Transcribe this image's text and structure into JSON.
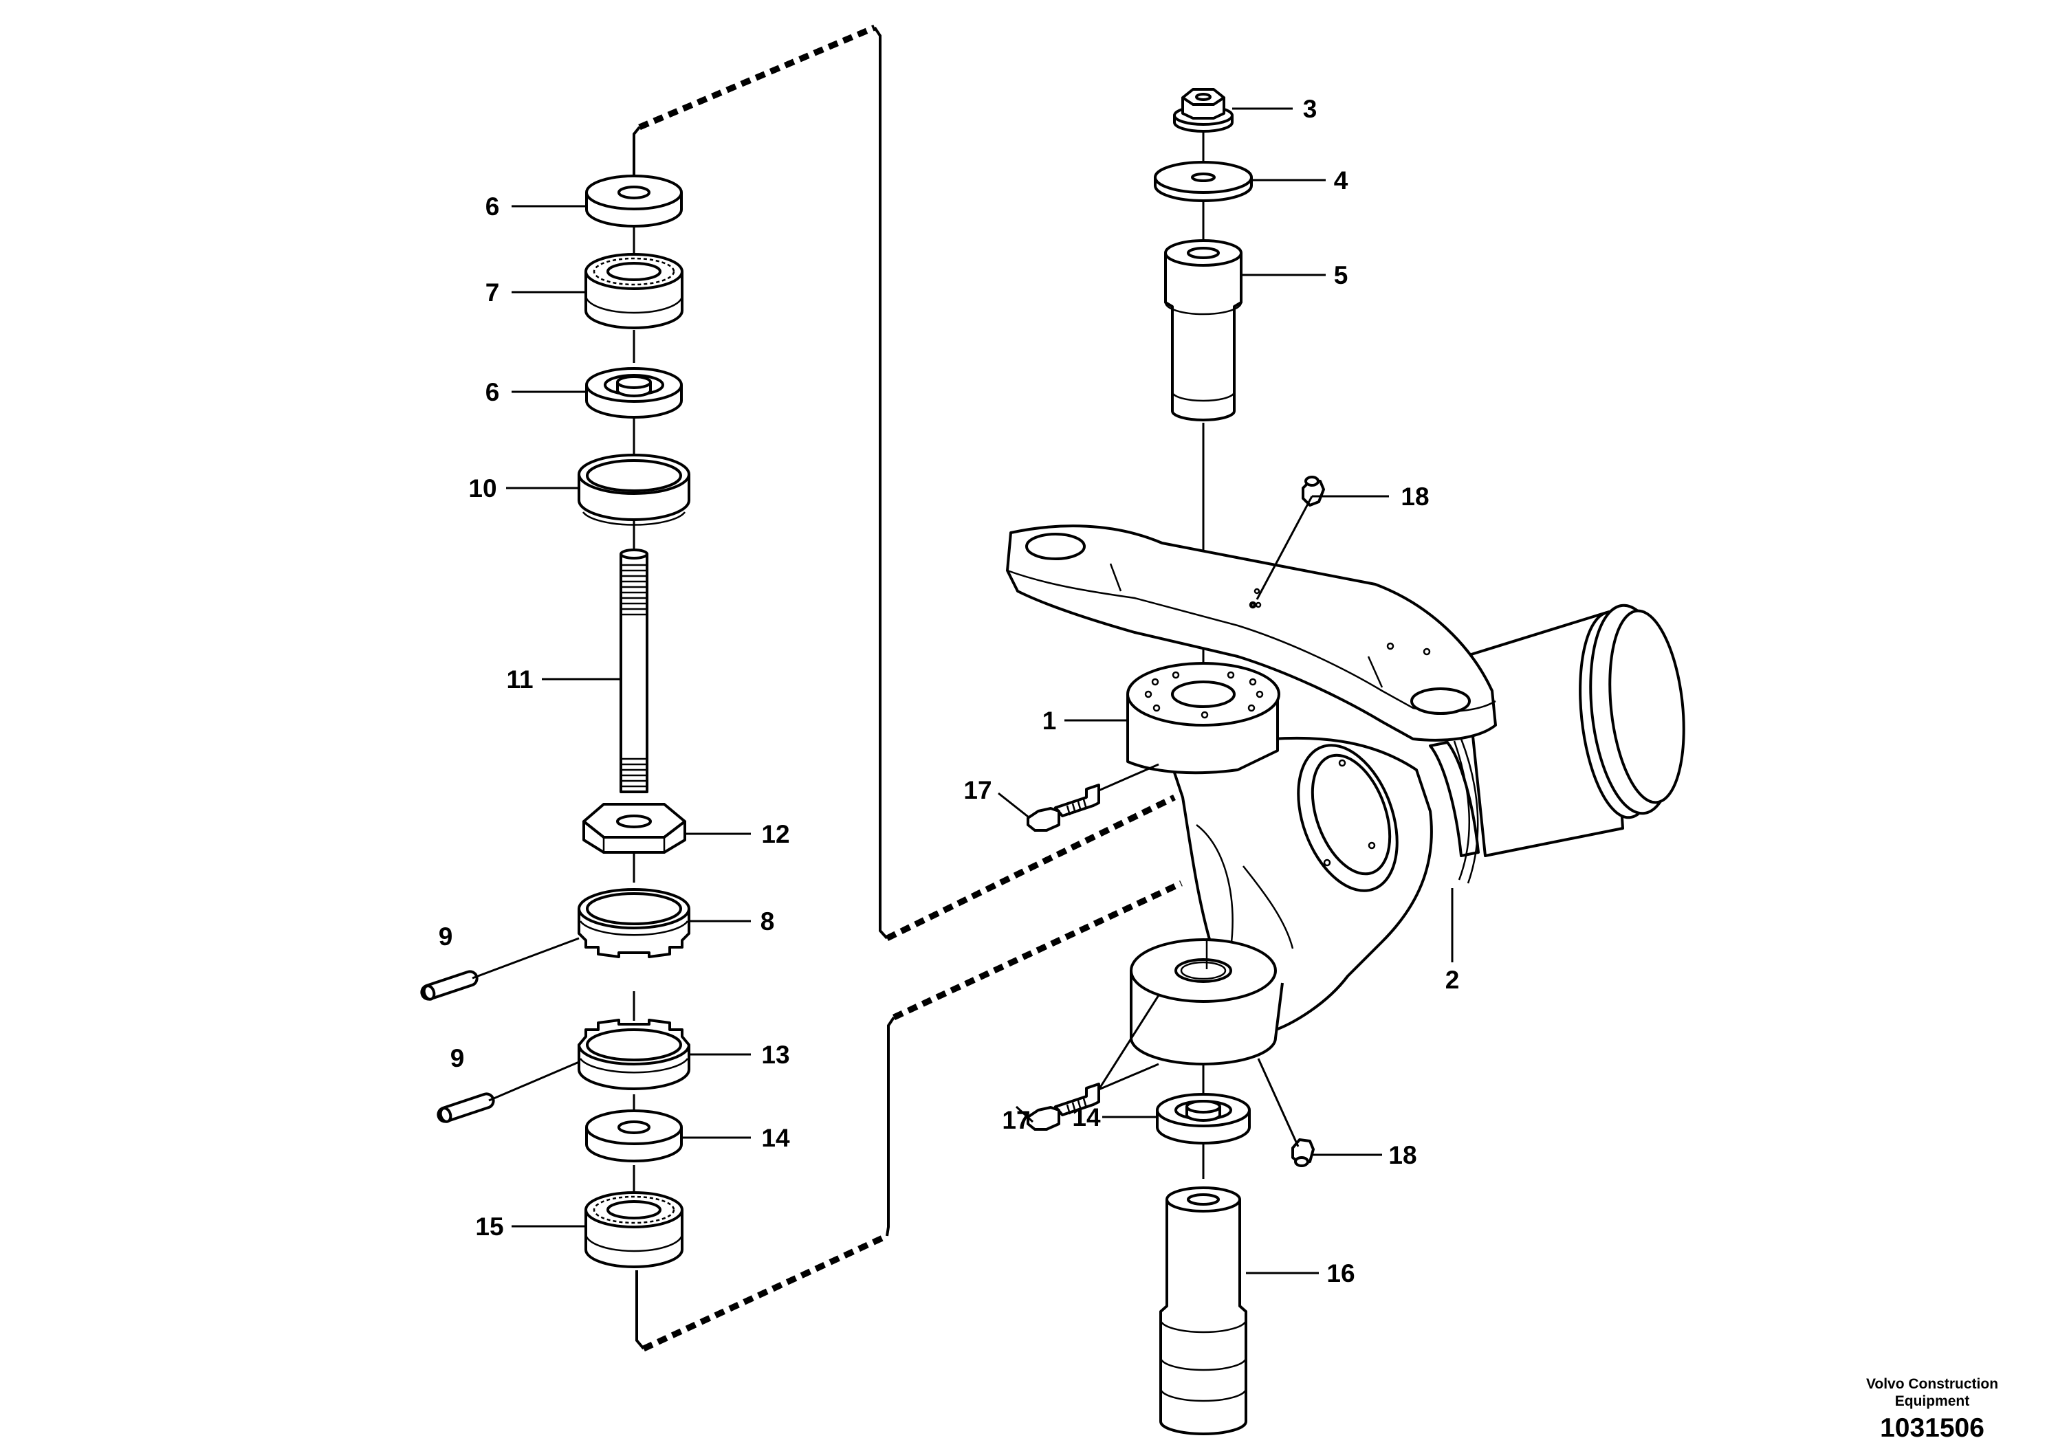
{
  "diagram": {
    "callouts": {
      "c1": "1",
      "c2": "2",
      "c3": "3",
      "c4": "4",
      "c5": "5",
      "c6a": "6",
      "c6b": "6",
      "c7": "7",
      "c8": "8",
      "c9a": "9",
      "c9b": "9",
      "c10": "10",
      "c11": "11",
      "c12": "12",
      "c13": "13",
      "c14a": "14",
      "c14b": "14",
      "c15": "15",
      "c16": "16",
      "c17a": "17",
      "c17b": "17",
      "c18a": "18",
      "c18b": "18"
    },
    "credit_line1": "Volvo Construction",
    "credit_line2": "Equipment",
    "drawing_number": "1031506"
  }
}
